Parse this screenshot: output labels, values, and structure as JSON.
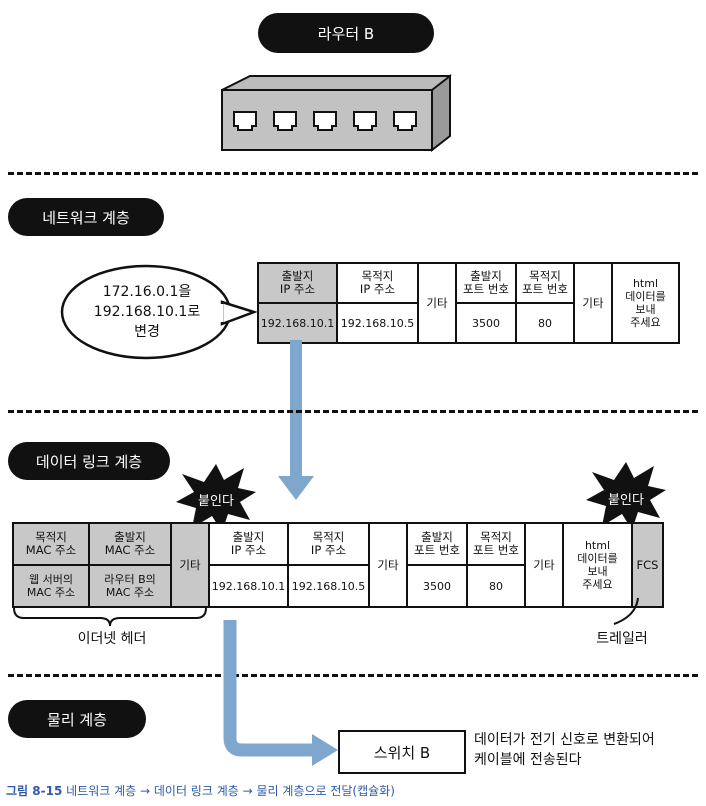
{
  "router_label": "라우터 B",
  "layers": {
    "network": "네트워크 계층",
    "datalink": "데이터 링크 계층",
    "physical": "물리 계층"
  },
  "speech_bubble": "172.16.0.1을\n192.168.10.1로\n변경",
  "network_packet": {
    "src_ip_h": "출발지\nIP 주소",
    "dst_ip_h": "목적지\nIP 주소",
    "etc1": "기타",
    "src_port_h": "출발지\n포트 번호",
    "dst_port_h": "목적지\n포트 번호",
    "etc2": "기타",
    "data": "html\n데이터를\n보내\n주세요",
    "src_ip": "192.168.10.1",
    "dst_ip": "192.168.10.5",
    "src_port": "3500",
    "dst_port": "80"
  },
  "frame": {
    "dst_mac_h": "목적지\nMAC 주소",
    "src_mac_h": "출발지\nMAC 주소",
    "dst_mac": "웹 서버의\nMAC 주소",
    "src_mac": "라우터 B의\nMAC 주소",
    "etc0": "기타",
    "fcs": "FCS"
  },
  "attach_left": "붙인다",
  "attach_right": "붙인다",
  "ethernet_header": "이더넷 헤더",
  "trailer": "트레일러",
  "switch_label": "스위치 B",
  "physical_note": "데이터가 전기 신호로 변환되어\n케이블에 전송된다",
  "caption": {
    "number": "그림 8-15",
    "text": "네트워크 계층 → 데이터 링크 계층 → 물리 계층으로 전달(캡슐화)"
  },
  "colors": {
    "arrow": "#7fa6cc",
    "cell_gray": "#c8c8c8",
    "pill": "#111111"
  }
}
